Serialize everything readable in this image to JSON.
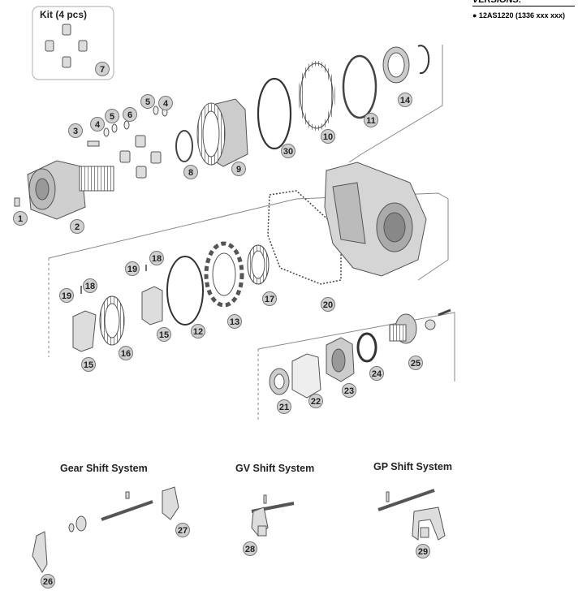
{
  "kit_label": "Kit (4 pcs)",
  "versions": {
    "title": "VERSIONS:",
    "items": [
      "● 12AS1220 (1336 xxx xxx)"
    ]
  },
  "sections": {
    "gear_shift": "Gear Shift System",
    "gv_shift": "GV Shift System",
    "gp_shift": "GP Shift System"
  },
  "callouts": [
    "1",
    "2",
    "3",
    "4",
    "5",
    "6",
    "7",
    "8",
    "9",
    "10",
    "11",
    "12",
    "13",
    "14",
    "15",
    "16",
    "17",
    "18",
    "19",
    "20",
    "21",
    "22",
    "23",
    "24",
    "25",
    "26",
    "27",
    "28",
    "29",
    "30"
  ]
}
